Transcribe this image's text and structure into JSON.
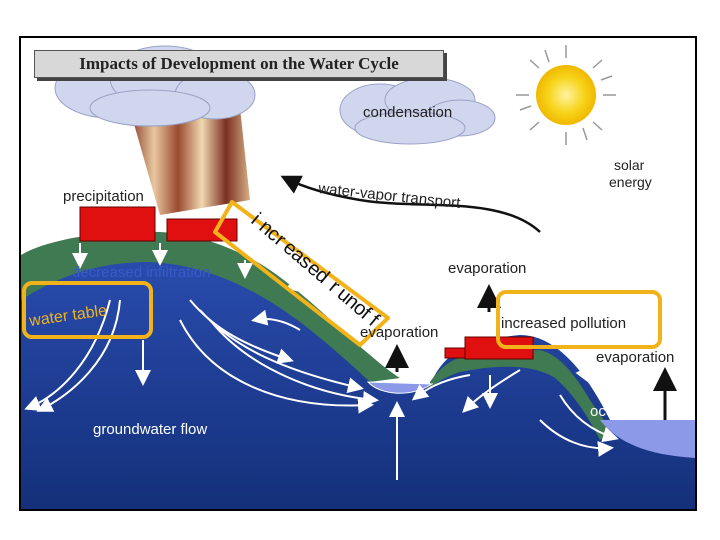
{
  "title": "Impacts of Development on the Water Cycle",
  "labels": {
    "condensation": "condensation",
    "solar_energy_line1": "solar",
    "solar_energy_line2": "energy",
    "precipitation": "precipitation",
    "water_vapor_transport": "water-vapor transport",
    "increased_runoff_chars": [
      "i",
      "n",
      "c",
      "r",
      "e",
      "a",
      "s",
      "e",
      "d",
      " ",
      "r",
      "u",
      "n",
      "o",
      "f",
      "f"
    ],
    "evaporation_top": "evaporation",
    "evaporation_mid": "evaporation",
    "evaporation_right": "evaporation",
    "increased_pollution": "increased pollution",
    "decreased_infiltration": "decreased infiltration",
    "water_table": "water table",
    "groundwater_flow": "groundwater flow",
    "ocean": "ocean"
  },
  "colors": {
    "sky": "#ffffff",
    "land_green": "#3f7a52",
    "groundwater_blue": "#1e3f9a",
    "lake_blue": "#8c98e8",
    "building_red": "#e01010",
    "highlight_orange": "#f2b21a",
    "sun_yellow": "#f7d41a"
  }
}
